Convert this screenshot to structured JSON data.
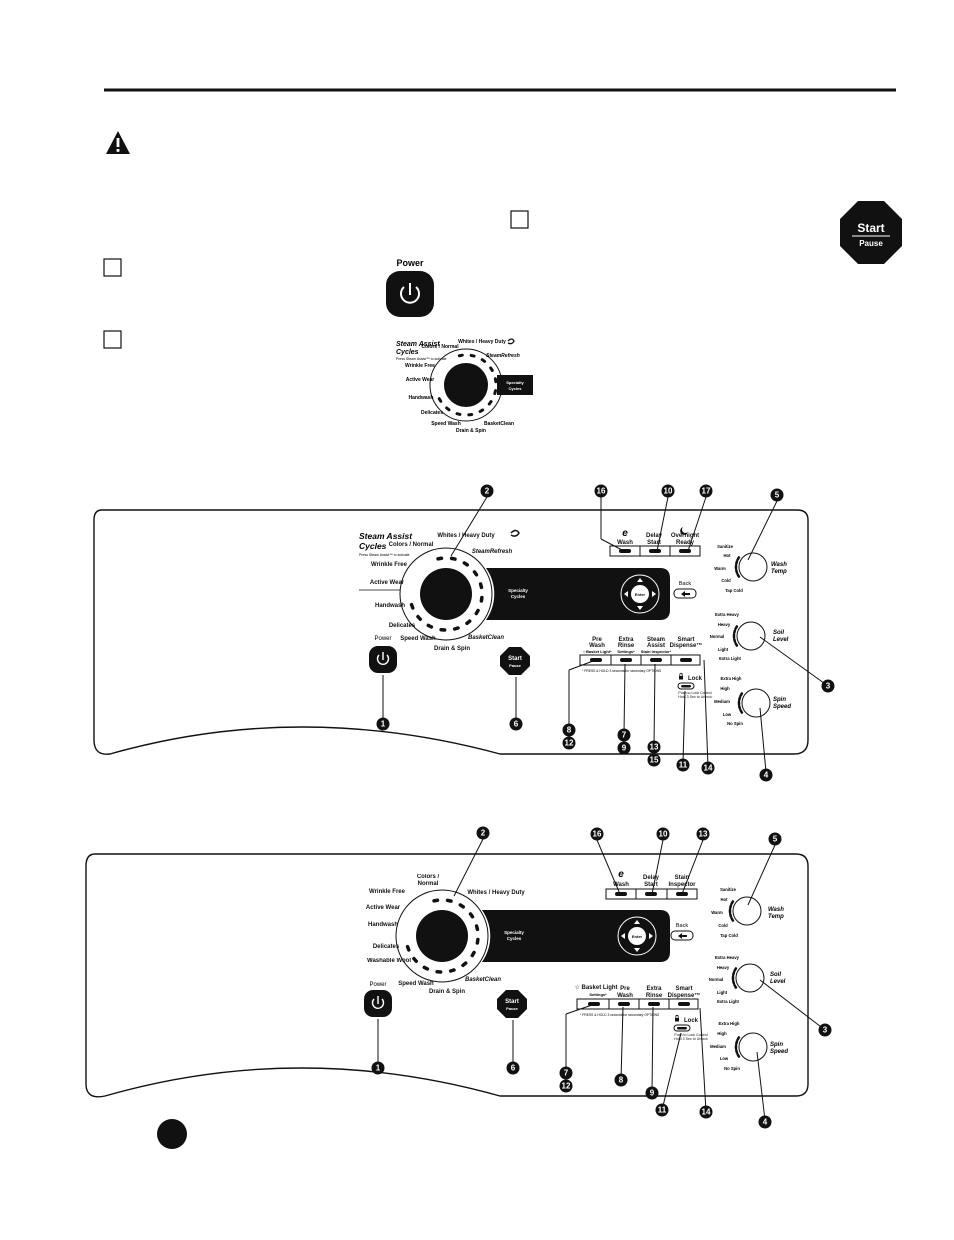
{
  "header": {
    "rule": true
  },
  "steps": {
    "power_caption": "Power",
    "start_button": {
      "top": "Start",
      "bottom": "Pause"
    }
  },
  "icons": {
    "warning": "warning-triangle-icon",
    "power": "power-icon",
    "steam_refresh": "steam-refresh-icon",
    "ewash": "e-icon",
    "overnight": "moon-icon",
    "lock": "lock-icon",
    "back": "back-arrow-icon"
  },
  "small_dial": {
    "title_line1": "Steam Assist",
    "title_line2": "Cycles",
    "title_line3": "Press Steam Assist™ to activate",
    "items": [
      "Colors / Normal",
      "Whites / Heavy Duty",
      "SteamRefresh",
      "Wrinkle Free",
      "Active Wear",
      "Handwash",
      "Delicates",
      "Speed Wash",
      "Drain & Spin",
      "BasketClean"
    ],
    "specialty": [
      "Specialty",
      "Cycles"
    ]
  },
  "panel1": {
    "callouts": [
      "1",
      "2",
      "3",
      "4",
      "5",
      "6",
      "7",
      "8",
      "9",
      "10",
      "11",
      "12",
      "13",
      "14",
      "15",
      "16",
      "17"
    ],
    "cycle_dial": {
      "title_line1": "Steam Assist",
      "title_line2": "Cycles",
      "title_line3": "Press Steam Assist™ to activate",
      "items": {
        "colors": "Colors / Normal",
        "whites": "Whites / Heavy Duty",
        "steamrefresh": "SteamRefresh",
        "wrinkle": "Wrinkle Free",
        "active": "Active Wear",
        "handwash": "Handwash",
        "delicates": "Delicates",
        "speed": "Speed Wash",
        "drain": "Drain & Spin",
        "basket": "BasketClean"
      },
      "specialty": [
        "Specialty",
        "Cycles"
      ]
    },
    "power_label": "Power",
    "start": {
      "top": "Start",
      "bottom": "Pause"
    },
    "top_buttons": [
      {
        "line1": "e",
        "line2": "Wash"
      },
      {
        "line1": "Delay",
        "line2": "Start"
      },
      {
        "line1": "Overnight",
        "line2": "Ready"
      }
    ],
    "enter": "Enter",
    "back": "Back",
    "bottom_buttons": [
      {
        "line1": "Pre",
        "line2": "Wash",
        "sub": "☆Basket Light*"
      },
      {
        "line1": "Extra",
        "line2": "Rinse",
        "sub": "Settings*"
      },
      {
        "line1": "Steam",
        "line2": "Assist",
        "sub": "Stain Inspector*"
      },
      {
        "line1": "Smart",
        "line2": "Dispense™",
        "sub": ""
      }
    ],
    "note": "* PRESS & HOLD 3 seconds for secondary OPTIONS",
    "lock": "Lock",
    "lock_note": "Push to Lock Control Hold 3 Sec to Unlock",
    "wash_temp": {
      "title": [
        "Wash",
        "Temp"
      ],
      "options": [
        "Sanitize",
        "Hot",
        "Warm",
        "Cold",
        "Tap Cold"
      ]
    },
    "soil_level": {
      "title": [
        "Soil",
        "Level"
      ],
      "options": [
        "Extra Heavy",
        "Heavy",
        "Normal",
        "Light",
        "Extra Light"
      ]
    },
    "spin_speed": {
      "title": [
        "Spin",
        "Speed"
      ],
      "options": [
        "Extra High",
        "High",
        "Medium",
        "Low",
        "No Spin"
      ]
    }
  },
  "panel2": {
    "callouts": [
      "1",
      "2",
      "3",
      "4",
      "5",
      "6",
      "7",
      "8",
      "9",
      "10",
      "11",
      "12",
      "13",
      "14",
      "16"
    ],
    "cycle_dial": {
      "items": {
        "colors": "Colors / Normal",
        "whites": "Whites / Heavy Duty",
        "wrinkle": "Wrinkle Free",
        "active": "Active Wear",
        "handwash": "Handwash",
        "delicates": "Delicates",
        "washable": "Washable Wool",
        "speed": "Speed Wash",
        "drain": "Drain & Spin",
        "basket": "BasketClean"
      },
      "specialty": [
        "Specialty",
        "Cycles"
      ]
    },
    "power_label": "Power",
    "start": {
      "top": "Start",
      "bottom": "Pause"
    },
    "top_buttons": [
      {
        "line1": "e",
        "line2": "Wash"
      },
      {
        "line1": "Delay",
        "line2": "Start"
      },
      {
        "line1": "Stain",
        "line2": "Inspector"
      }
    ],
    "enter": "Enter",
    "back": "Back",
    "bottom_buttons": [
      {
        "line1": "☆ Basket Light",
        "line2": "Settings*"
      },
      {
        "line1": "Pre",
        "line2": "Wash"
      },
      {
        "line1": "Extra",
        "line2": "Rinse"
      },
      {
        "line1": "Smart",
        "line2": "Dispense™"
      }
    ],
    "note": "* PRESS & HOLD 3 seconds for secondary OPTIONS",
    "lock": "Lock",
    "lock_note": "Push to Lock Control Hold 3 Sec to Unlock",
    "wash_temp": {
      "title": [
        "Wash",
        "Temp"
      ],
      "options": [
        "Sanitize",
        "Hot",
        "Warm",
        "Cold",
        "Tap Cold"
      ]
    },
    "soil_level": {
      "title": [
        "Soil",
        "Level"
      ],
      "options": [
        "Extra Heavy",
        "Heavy",
        "Normal",
        "Light",
        "Extra Light"
      ]
    },
    "spin_speed": {
      "title": [
        "Spin",
        "Speed"
      ],
      "options": [
        "Extra High",
        "High",
        "Medium",
        "Low",
        "No Spin"
      ]
    }
  }
}
